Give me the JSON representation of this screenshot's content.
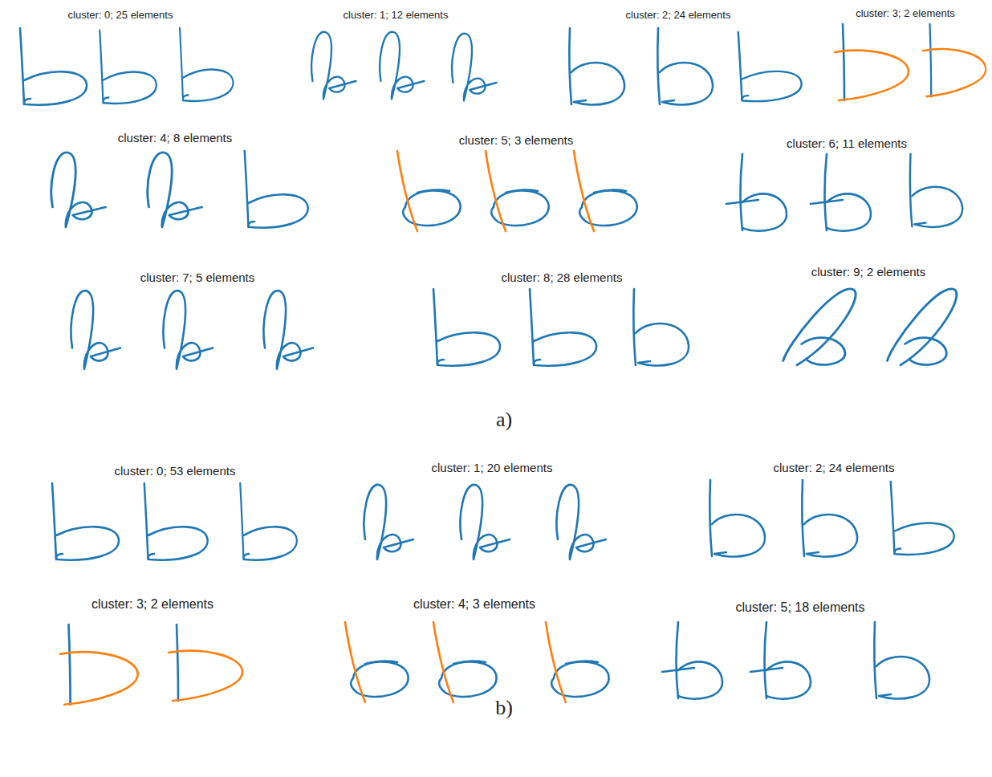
{
  "diagram": {
    "labels": [
      "cluster: 0; 25 elements",
      "cluster: 1; 12 elements",
      "cluster: 2; 24 elements",
      "cluster: 3; 2 elements",
      "cluster: 4; 8 elements",
      "cluster: 5; 3 elements",
      "cluster: 6; 11 elements",
      "cluster: 7; 5 elements",
      "cluster: 8; 28 elements",
      "cluster: 9; 2 elements",
      "a)",
      "cluster: 0; 53 elements",
      "cluster: 1; 20 elements",
      "cluster: 2; 24 elements",
      "cluster: 3; 2 elements",
      "cluster: 4; 3 elements",
      "cluster: 5; 18 elements",
      "b)"
    ]
  }
}
